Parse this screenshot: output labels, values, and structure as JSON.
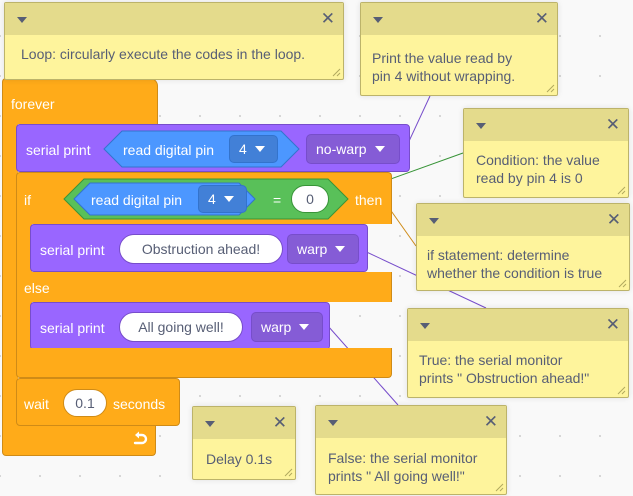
{
  "colors": {
    "control": "#ffab19",
    "looks": "#9966ff",
    "sensing": "#4c97ff",
    "operators": "#59c059",
    "comment_bg": "#fef49c",
    "comment_bar": "#e4db8c",
    "background": "#f9f9f9"
  },
  "blocks": {
    "forever": {
      "label": "forever",
      "end_icon": "loop-arrow-icon"
    },
    "serial_print_1": {
      "label": "serial print",
      "reporter_label": "read digital pin",
      "pin": "4",
      "mode": "no-warp"
    },
    "if_block": {
      "if_label": "if",
      "then_label": "then",
      "else_label": "else",
      "condition": {
        "reporter_label": "read digital pin",
        "pin": "4",
        "operator": "=",
        "value": "0"
      }
    },
    "serial_print_2": {
      "label": "serial print",
      "text": "Obstruction ahead!",
      "mode": "warp"
    },
    "serial_print_3": {
      "label": "serial print",
      "text": "All going well!",
      "mode": "warp"
    },
    "wait": {
      "label": "wait",
      "value": "0.1",
      "unit": "seconds"
    }
  },
  "comments": [
    {
      "id": "loop",
      "text": "Loop: circularly execute the codes in the loop."
    },
    {
      "id": "print",
      "text": "Print the value read by\npin 4 without wrapping."
    },
    {
      "id": "condition",
      "text": "Condition: the value\nread by pin 4 is 0"
    },
    {
      "id": "if",
      "text": "if statement: determine\nwhether the condition is true"
    },
    {
      "id": "true",
      "text": "True: the serial monitor\nprints \"  Obstruction ahead!\""
    },
    {
      "id": "delay",
      "text": "Delay 0.1s"
    },
    {
      "id": "false",
      "text": "False: the serial monitor\nprints \"  All going well!\""
    }
  ],
  "icons": {
    "collapse": "chevron-down-icon",
    "close": "close-icon",
    "resize": "resize-handle-icon"
  }
}
